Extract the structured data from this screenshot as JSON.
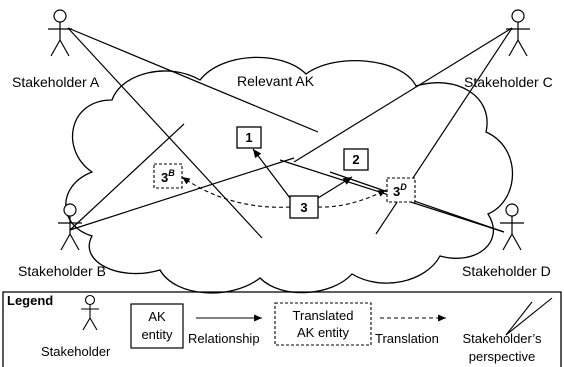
{
  "diagram": {
    "cloud_label": "Relevant AK",
    "stakeholders": {
      "a": "Stakeholder A",
      "b": "Stakeholder B",
      "c": "Stakeholder C",
      "d": "Stakeholder D"
    },
    "entities": {
      "e1": "1",
      "e2": "2",
      "e3": "3",
      "e3b_base": "3",
      "e3b_sup": "B",
      "e3d_base": "3",
      "e3d_sup": "D"
    }
  },
  "legend": {
    "title": "Legend",
    "stakeholder": "Stakeholder",
    "ak_entity_line1": "AK",
    "ak_entity_line2": "entity",
    "relationship": "Relationship",
    "translated_line1": "Translated",
    "translated_line2": "AK entity",
    "translation": "Translation",
    "perspective_line1": "Stakeholder’s",
    "perspective_line2": "perspective"
  }
}
